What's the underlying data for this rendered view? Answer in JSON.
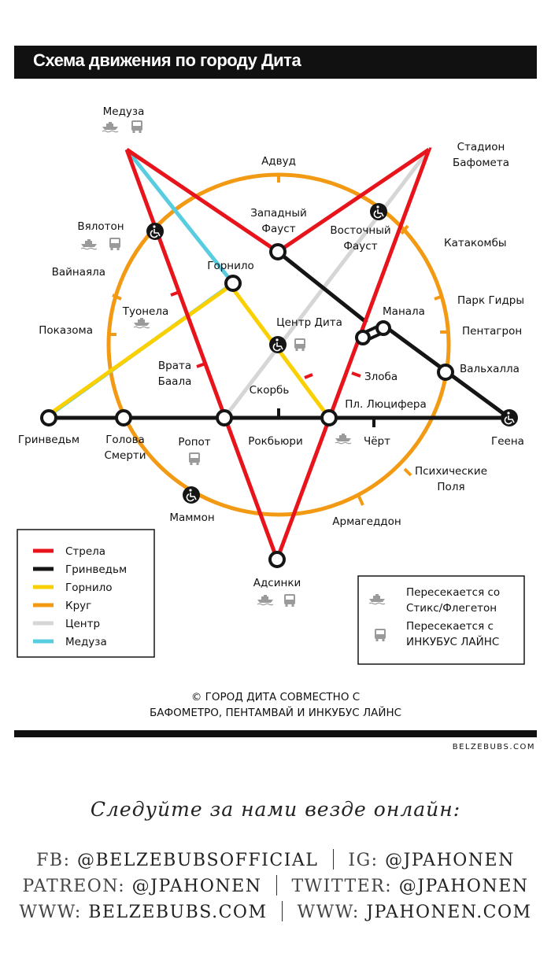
{
  "title": "Схема движения по городу Дита",
  "colors": {
    "strela": "#e8141c",
    "grinvedm": "#151515",
    "gornilo": "#fad000",
    "krug": "#f39a14",
    "centr": "#d6d6d6",
    "meduza": "#58cde0"
  },
  "stations": {
    "meduza": "Медуза",
    "stadion_1": "Стадион",
    "stadion_2": "Бафомета",
    "advud": "Адвуд",
    "zapadny_1": "Западный",
    "zapadny_2": "Фауст",
    "vostochny_1": "Восточный",
    "vostochny_2": "Фауст",
    "katakomby": "Катакомбы",
    "vyaloton": "Вялотон",
    "vainayala": "Вайнаяла",
    "gornilo": "Горнило",
    "park_gidry": "Парк Гидры",
    "manala": "Манала",
    "pentagron": "Пентагрон",
    "tuonela": "Туонела",
    "pokazoma": "Показома",
    "centr_dita": "Центр Дита",
    "vrata_1": "Врата",
    "vrata_2": "Баала",
    "zloba": "Злоба",
    "valhalla": "Вальхалла",
    "skorb": "Скорбь",
    "pl_lucifera": "Пл. Люцифера",
    "grinvedm": "Гринведьм",
    "golova_1": "Голова",
    "golova_2": "Смерти",
    "ropot": "Ропот",
    "rokbyuri": "Рокбьюри",
    "chert": "Чёрт",
    "geena": "Геена",
    "psihicheskie_1": "Психические",
    "psihicheskie_2": "Поля",
    "mammon": "Маммон",
    "armageddon": "Армагеддон",
    "adsinki": "Адсинки"
  },
  "legend": {
    "items": [
      {
        "name": "Стрела",
        "color": "#e8141c"
      },
      {
        "name": "Гринведьм",
        "color": "#151515"
      },
      {
        "name": "Горнило",
        "color": "#fad000"
      },
      {
        "name": "Круг",
        "color": "#f39a14"
      },
      {
        "name": "Центр",
        "color": "#d6d6d6"
      },
      {
        "name": "Медуза",
        "color": "#58cde0"
      }
    ]
  },
  "transfers": {
    "styx_1": "Пересекается со",
    "styx_2": "Стикс/Флегетон",
    "incubus_1": "Пересекается с",
    "incubus_2": "ИНКУБУС ЛАЙНС"
  },
  "credits": {
    "line1": "© ГОРОД ДИТА СОВМЕСТНО С",
    "line2": "БАФОМЕТРО, ПЕНТАМВАЙ И ИНКУБУС ЛАЙНС"
  },
  "site": "BELZEBUBS.COM",
  "follow": "Следуйте за нами везде онлайн:",
  "social": {
    "fb_key": "FB:",
    "fb_val": "@BELZEBUBSOFFICIAL",
    "ig_key": "IG:",
    "ig_val": "@JPAHONEN",
    "patreon_key": "PATREON:",
    "patreon_val": "@JPAHONEN",
    "twitter_key": "TWITTER:",
    "twitter_val": "@JPAHONEN",
    "www1_key": "WWW:",
    "www1_val": "BELZEBUBS.COM",
    "www2_key": "WWW:",
    "www2_val": "JPAHONEN.COM"
  }
}
